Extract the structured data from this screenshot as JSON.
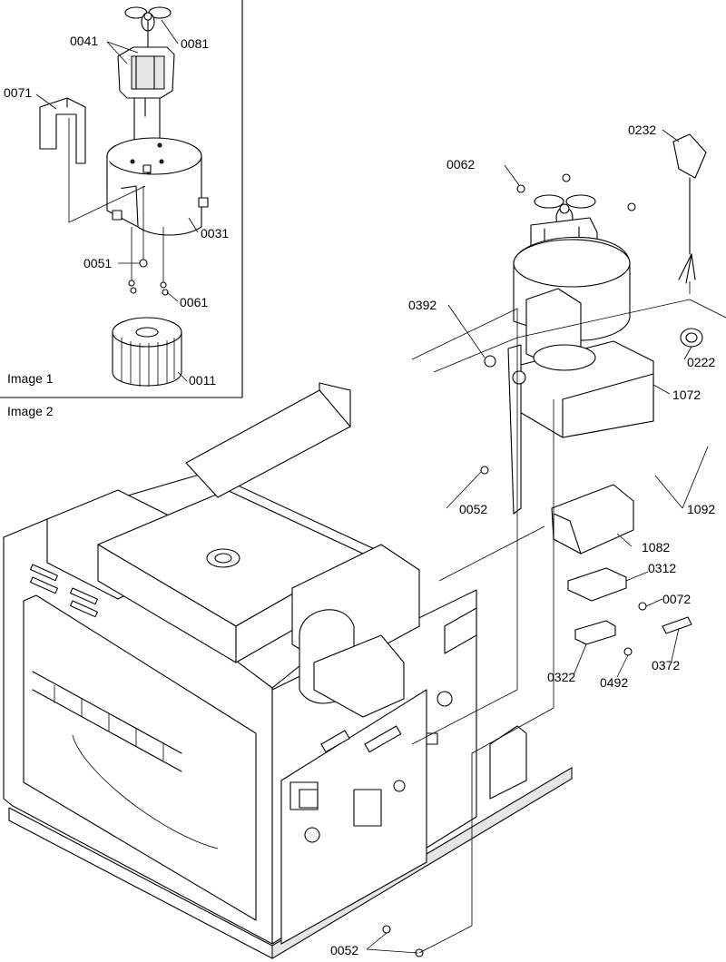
{
  "captions": {
    "image1": "Image 1",
    "image2": "Image 2"
  },
  "parts": {
    "p0011": "0011",
    "p0031": "0031",
    "p0041": "0041",
    "p0051": "0051",
    "p0052a": "0052",
    "p0052b": "0052",
    "p0061": "0061",
    "p0062": "0062",
    "p0071": "0071",
    "p0072": "0072",
    "p0081": "0081",
    "p0222": "0222",
    "p0232": "0232",
    "p0312": "0312",
    "p0322": "0322",
    "p0372": "0372",
    "p0392": "0392",
    "p0492": "0492",
    "p1072": "1072",
    "p1082": "1082",
    "p1092": "1092"
  }
}
